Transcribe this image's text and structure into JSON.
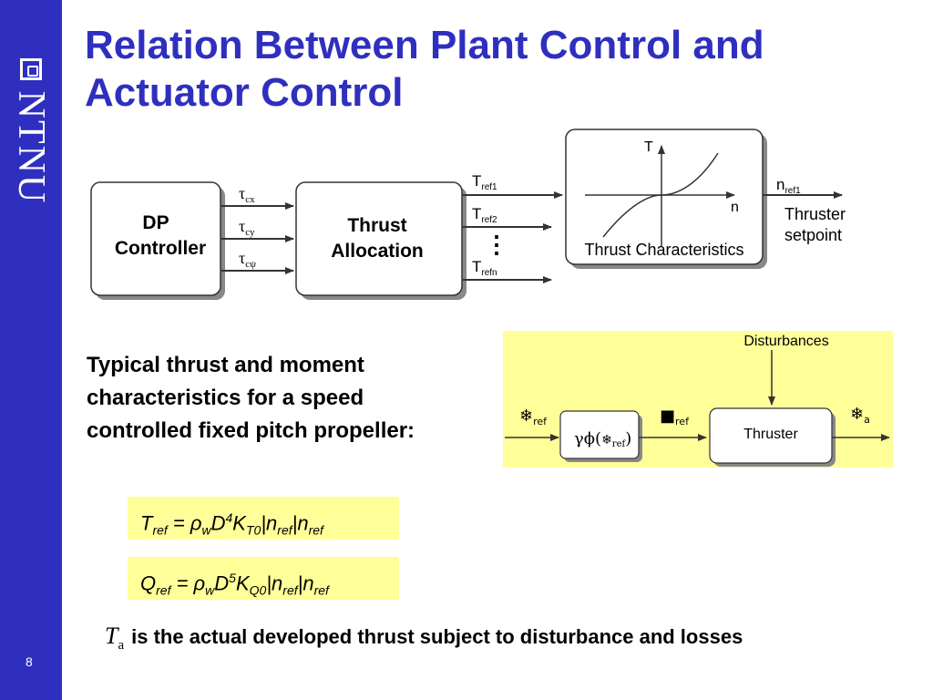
{
  "sidebar": {
    "logo": "NTNU",
    "page_number": "8"
  },
  "title": "Relation Between Plant Control and Actuator Control",
  "diagram": {
    "dp_controller": [
      "DP",
      "Controller"
    ],
    "thrust_allocation": [
      "Thrust",
      "Allocation"
    ],
    "tau_symbol": "τ",
    "tau_subscripts": [
      "cx",
      "cy",
      "cψ"
    ],
    "t_symbol": "T",
    "t_subscripts": [
      "ref1",
      "ref2",
      "refn"
    ],
    "ellipsis": "⋮",
    "characteristics_label": "Thrust Characteristics",
    "axis_t": "T",
    "axis_n": "n",
    "n_symbol": "n",
    "n_subscript": "ref1",
    "thruster_setpoint": [
      "Thruster",
      "setpoint"
    ]
  },
  "disturbance_diagram": {
    "disturbances_label": "Disturbances",
    "input_symbol": "❄",
    "input_subscript": "ref",
    "block_formula_prefix": "γ",
    "block_formula_func": "ϕ(",
    "block_formula_symbol": "❄",
    "block_formula_subscript": "ref",
    "block_formula_close": ")",
    "mid_symbol": "■",
    "mid_subscript": "ref",
    "thruster_label": "Thruster",
    "output_symbol": "❄",
    "output_subscript": "a"
  },
  "description": "Typical thrust and moment characteristics for a speed controlled fixed pitch propeller:",
  "equations": {
    "thrust": {
      "lhs": "T",
      "lhs_sub": "ref",
      "eq": " = ρ",
      "rho_sub": "w",
      "d": "D",
      "d_exp": "4",
      "k": "K",
      "k_sub": "T0",
      "rest": "|n",
      "n1_sub": "ref",
      "bar": "|n",
      "n2_sub": "ref"
    },
    "moment": {
      "lhs": "Q",
      "lhs_sub": "ref",
      "eq": " = ρ",
      "rho_sub": "w",
      "d": "D",
      "d_exp": "5",
      "k": "K",
      "k_sub": "Q0",
      "rest": "|n",
      "n1_sub": "ref",
      "bar": "|n",
      "n2_sub": "ref"
    }
  },
  "footer": {
    "symbol": "T",
    "symbol_sub": "a",
    "text": "is the actual developed thrust subject to disturbance and losses"
  },
  "colors": {
    "accent": "#2f2fbf",
    "highlight": "#ffff99"
  }
}
